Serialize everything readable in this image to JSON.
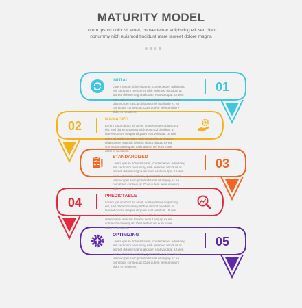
{
  "header": {
    "title": "MATURITY MODEL",
    "subtitle": "Lorem ipsum dolor sit amet, consectetuer adipiscing elit sed diam nonummy nibh euismod tincidunt utare laoreet dolore magna"
  },
  "steps": [
    {
      "number": "01",
      "title": "INITIAL",
      "color": "#3fc6e0",
      "icon": "refresh-icon",
      "description": "Lorem ipsum dolor sit amet, consectetuer adipiscing elit, sed diam nonummy nibh euismod tincidunt ut laoreet dolore magna aliquam erat volutpat. Ut wisi enim ad minim veniam, quis nostrud exerci tation ullamcorper suscipit lobortis nisl ut aliquip ex ea commodo consequat. Duis autem vel eum iriure dolor in hendrerit"
    },
    {
      "number": "02",
      "title": "MANAGED",
      "color": "#f5b21b",
      "icon": "hand-gear-icon",
      "description": "Lorem ipsum dolor sit amet, consectetuer adipiscing elit, sed diam nonummy nibh euismod tincidunt ut laoreet dolore magna aliquam erat volutpat. Ut wisi enim ad minim veniam, quis nostrud exerci tation ullamcorper suscipit lobortis nisl ut aliquip ex ea commodo consequat. Duis autem vel eum iriure dolor in hendrerit"
    },
    {
      "number": "03",
      "title": "STANDARDIZED",
      "color": "#f26522",
      "icon": "checklist-icon",
      "description": "Lorem ipsum dolor sit amet, consectetuer adipiscing elit, sed diam nonummy nibh euismod tincidunt ut laoreet dolore magna aliquam erat volutpat. Ut wisi enim ad minim veniam, quis nostrud exerci tation ullamcorper suscipit lobortis nisl ut aliquip ex ea commodo consequat. Duis autem vel eum iriure dolor in hendrerit"
    },
    {
      "number": "04",
      "title": "PREDICTABLE",
      "color": "#e5283c",
      "icon": "analysis-magnifier-icon",
      "description": "Lorem ipsum dolor sit amet, consectetuer adipiscing elit, sed diam nonummy nibh euismod tincidunt ut laoreet dolore magna aliquam erat volutpat. Ut wisi enim ad minim veniam, quis nostrud exerci tation ullamcorper suscipit lobortis nisl ut aliquip ex ea commodo consequat. Duis autem vel eum iriure dolor in hendrerit"
    },
    {
      "number": "05",
      "title": "OPTIMIZING",
      "color": "#5e2aa8",
      "icon": "gear-up-icon",
      "description": "Lorem ipsum dolor sit amet, consectetuer adipiscing elit, sed diam nonummy nibh euismod tincidunt ut laoreet dolore magna aliquam erat volutpat. Ut wisi enim ad minim veniam, quis nostrud exerci tation ullamcorper suscipit lobortis nisl ut aliquip ex ea commodo consequat. Duis autem vel eum iriure dolor in hendrerit"
    }
  ]
}
